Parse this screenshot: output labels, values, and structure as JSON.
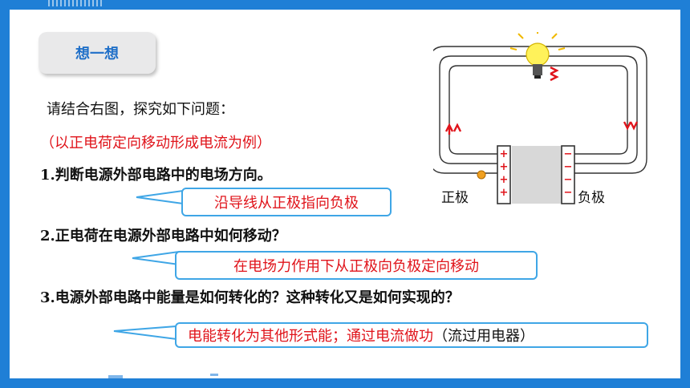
{
  "tag_label": "想一想",
  "intro": "请结合右图，探究如下问题：",
  "note": "（以正电荷定向移动形成电流为例）",
  "questions": [
    "1.判断电源外部电路中的电场方向。",
    "2.正电荷在电源外部电路中如何移动？",
    "3.电源外部电路中能量是如何转化的？这种转化又是如何实现的？"
  ],
  "answers": {
    "a1": "沿导线从正极指向负极",
    "a2": "在电场力作用下从正极向负极定向移动",
    "a3_red": "电能转化为其他形式能；通过电流做功",
    "a3_black": "（流过用电器）"
  },
  "diagram": {
    "positive_label": "正极",
    "negative_label": "负极",
    "plus_sign": "+",
    "minus_sign": "−"
  },
  "colors": {
    "frame": "#1f7fd6",
    "accent_red": "#e0141b",
    "callout_border": "#3fa6e6",
    "tag_text": "#1f6fc8"
  }
}
